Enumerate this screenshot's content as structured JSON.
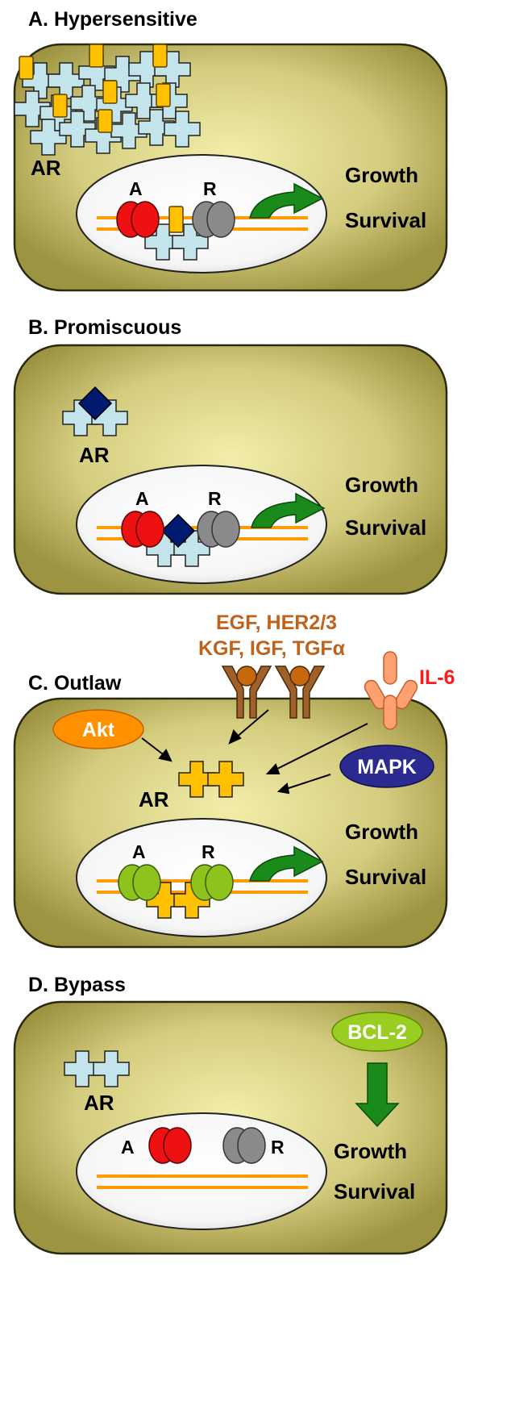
{
  "panels": {
    "a": {
      "title": "A. Hypersensitive",
      "ar": "AR",
      "activator": "A",
      "repressor": "R",
      "growth": "Growth",
      "survival": "Survival"
    },
    "b": {
      "title": "B. Promiscuous",
      "ar": "AR",
      "activator": "A",
      "repressor": "R",
      "growth": "Growth",
      "survival": "Survival"
    },
    "c": {
      "title": "C. Outlaw",
      "ar": "AR",
      "activator": "A",
      "repressor": "R",
      "growth": "Growth",
      "survival": "Survival",
      "ligands_line1": "EGF, HER2/3",
      "ligands_line2": "KGF, IGF, TGFα",
      "il6": "IL-6",
      "akt": "Akt",
      "mapk": "MAPK"
    },
    "d": {
      "title": "D. Bypass",
      "ar": "AR",
      "activator": "A",
      "repressor": "R",
      "growth": "Growth",
      "survival": "Survival",
      "bcl2": "BCL-2"
    }
  },
  "colors": {
    "cell_fill": "#c8c070",
    "cell_outline": "#3a3a10",
    "receptor_blue": "#c4e4ec",
    "androgen_yellow": "#ffc000",
    "activator_red": "#ee1111",
    "repressor_gray": "#8a8a8a",
    "coactivator_green": "#8ec21c",
    "dna_orange": "#ff9a00",
    "arrow_green": "#1a8a1a",
    "ligand_text": "#c0621a",
    "il6_text": "#ff1a1a",
    "akt_fill": "#ff9000",
    "mapk_fill": "#2a2a90",
    "bcl2_fill": "#9acd22",
    "promiscuous_ligand": "#001a70",
    "growth_factor_receptor": "#a0602a",
    "il6_receptor": "#ffa070"
  }
}
